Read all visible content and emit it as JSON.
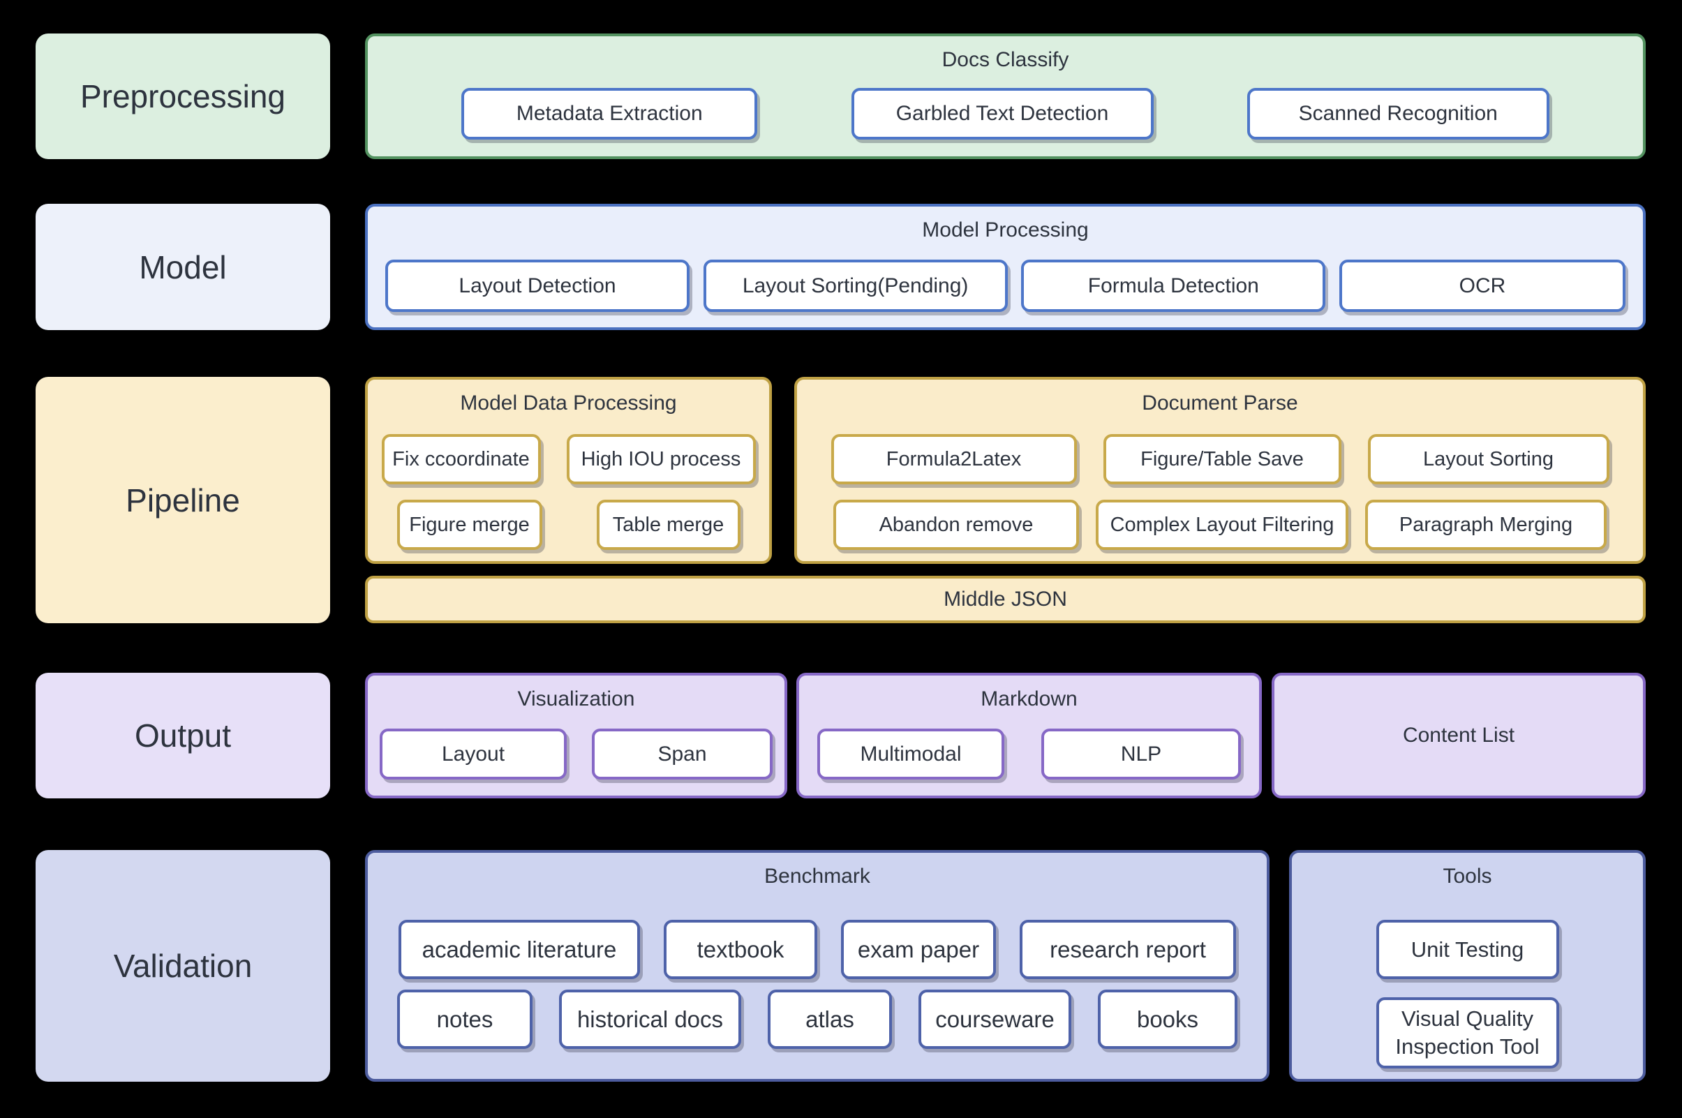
{
  "diagram_title": "MinerU-style document processing pipeline architecture",
  "colors": {
    "background": "#000000",
    "text": "#2d333e",
    "green_fill": "#dcefe0",
    "green_border": "#539260",
    "blue_fill": "#e9eefb",
    "blue_border": "#4a70c0",
    "yellow_fill": "#faecca",
    "yellow_border": "#bfa144",
    "purple_fill": "#e4dbf6",
    "purple_border": "#8668c6",
    "indigo_fill": "#ced4f0",
    "indigo_border": "#4d5c9e",
    "node_fill": "#ffffff",
    "node_border_blue": "#4d76c9",
    "node_border_gold": "#c8a94a",
    "node_border_purple": "#8668c6",
    "node_border_indigo": "#4e62a9"
  },
  "rows": {
    "preprocessing": {
      "label": "Preprocessing",
      "group": {
        "title": "Docs Classify",
        "items": [
          "Metadata Extraction",
          "Garbled Text Detection",
          "Scanned Recognition"
        ]
      }
    },
    "model": {
      "label": "Model",
      "group": {
        "title": "Model Processing",
        "items": [
          "Layout Detection",
          "Layout Sorting(Pending)",
          "Formula Detection",
          "OCR"
        ]
      }
    },
    "pipeline": {
      "label": "Pipeline",
      "model_data_processing": {
        "title": "Model Data Processing",
        "rows": [
          [
            "Fix ccoordinate",
            "High IOU process"
          ],
          [
            "Figure merge",
            "Table merge"
          ]
        ]
      },
      "document_parse": {
        "title": "Document Parse",
        "rows": [
          [
            "Formula2Latex",
            "Figure/Table Save",
            "Layout Sorting"
          ],
          [
            "Abandon remove",
            "Complex Layout Filtering",
            "Paragraph Merging"
          ]
        ]
      },
      "middle_json": "Middle JSON"
    },
    "output": {
      "label": "Output",
      "visualization": {
        "title": "Visualization",
        "items": [
          "Layout",
          "Span"
        ]
      },
      "markdown": {
        "title": "Markdown",
        "items": [
          "Multimodal",
          "NLP"
        ]
      },
      "content_list": "Content List"
    },
    "validation": {
      "label": "Validation",
      "benchmark": {
        "title": "Benchmark",
        "rows": [
          [
            "academic literature",
            "textbook",
            "exam paper",
            "research report"
          ],
          [
            "notes",
            "historical docs",
            "atlas",
            "courseware",
            "books"
          ]
        ]
      },
      "tools": {
        "title": "Tools",
        "items": [
          "Unit Testing",
          "Visual Quality Inspection Tool"
        ]
      }
    }
  }
}
